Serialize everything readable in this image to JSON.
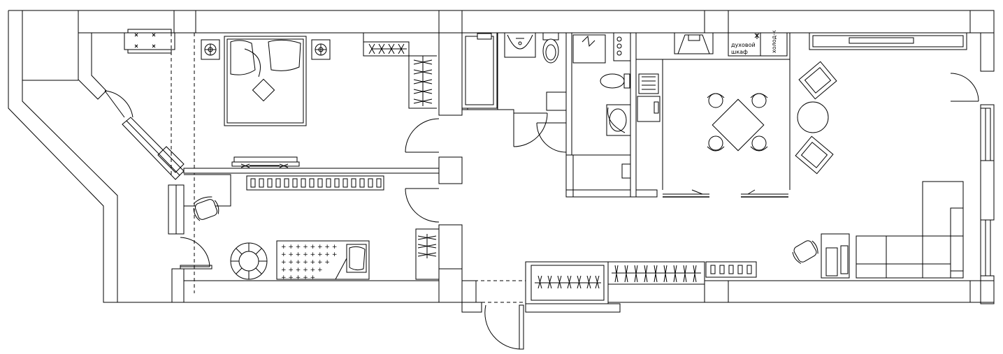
{
  "labels": {
    "oven_line1": "духовой",
    "oven_line2": "шкаф",
    "fridge": "холод-к"
  }
}
